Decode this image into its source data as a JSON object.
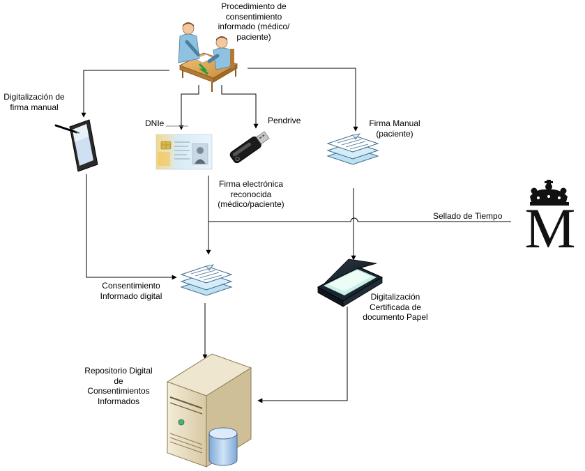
{
  "labels": {
    "procedure": [
      "Procedimiento de",
      "consentimiento",
      "informado (médico/",
      "paciente)"
    ],
    "tablet": [
      "Digitalización de",
      "firma manual"
    ],
    "dnie": "DNIe",
    "pendrive": "Pendrive",
    "manual_sign": [
      "Firma Manual",
      "(paciente)"
    ],
    "esign": [
      "Firma electrónica",
      "reconocida",
      "(médico/paciente)"
    ],
    "timestamp": "Sellado de Tiempo",
    "digital_consent": [
      "Consentimiento",
      "Informado digital"
    ],
    "scan_cert": [
      "Digitalización",
      "Certificada de",
      "documento Papel"
    ],
    "repository": [
      "Repositorio Digital",
      "de",
      "Consentimientos",
      "Informados"
    ]
  },
  "logo": {
    "letter": "M"
  },
  "colors": {
    "line": "#000000",
    "doc_stack": "#cfe9f7",
    "doc_border": "#3a6b8c",
    "server": "#e8dcc0",
    "database": "#a8c8e8",
    "table": "#d9a860",
    "people": "#8fbfdc"
  }
}
